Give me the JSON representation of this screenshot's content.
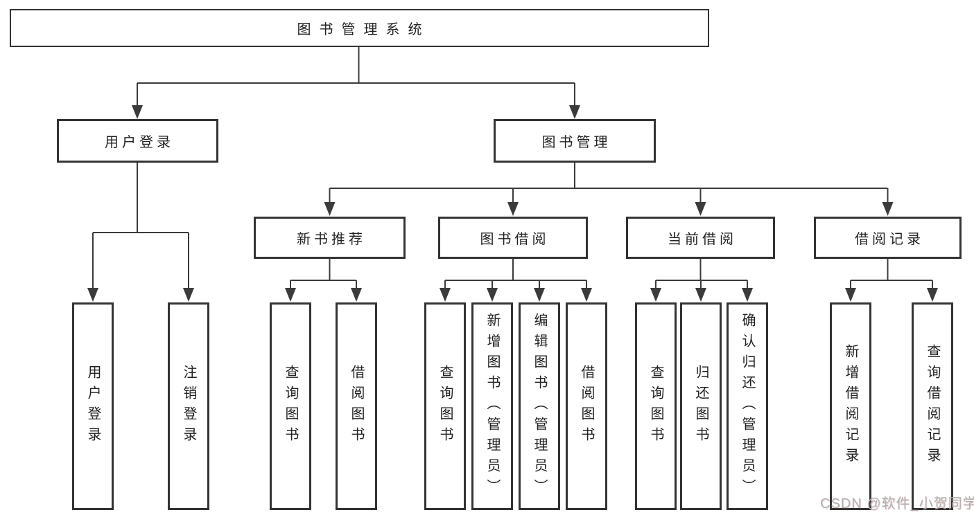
{
  "diagram_title": "图书管理系统",
  "tree": {
    "root": {
      "label": "图书管理系统"
    },
    "branches": [
      {
        "label": "用户登录",
        "children": [
          {
            "label": "用户登录"
          },
          {
            "label": "注销登录"
          }
        ]
      },
      {
        "label": "图书管理",
        "children": [
          {
            "label": "新书推荐",
            "children": [
              {
                "label": "查询图书"
              },
              {
                "label": "借阅图书"
              }
            ]
          },
          {
            "label": "图书借阅",
            "children": [
              {
                "label": "查询图书"
              },
              {
                "label": "新增图书（管理员）"
              },
              {
                "label": "编辑图书（管理员）"
              },
              {
                "label": "借阅图书"
              }
            ]
          },
          {
            "label": "当前借阅",
            "children": [
              {
                "label": "查询图书"
              },
              {
                "label": "归还图书"
              },
              {
                "label": "确认归还（管理员）"
              }
            ]
          },
          {
            "label": "借阅记录",
            "children": [
              {
                "label": "新增借阅记录"
              },
              {
                "label": "查询借阅记录"
              }
            ]
          }
        ]
      }
    ]
  },
  "watermark": {
    "text": "CSDN @软件_小贺同学"
  },
  "colors": {
    "line": "#3b3b3b",
    "box_border": "#333333",
    "text": "#222222",
    "background": "#ffffff",
    "watermark": "#b0b0b0"
  }
}
